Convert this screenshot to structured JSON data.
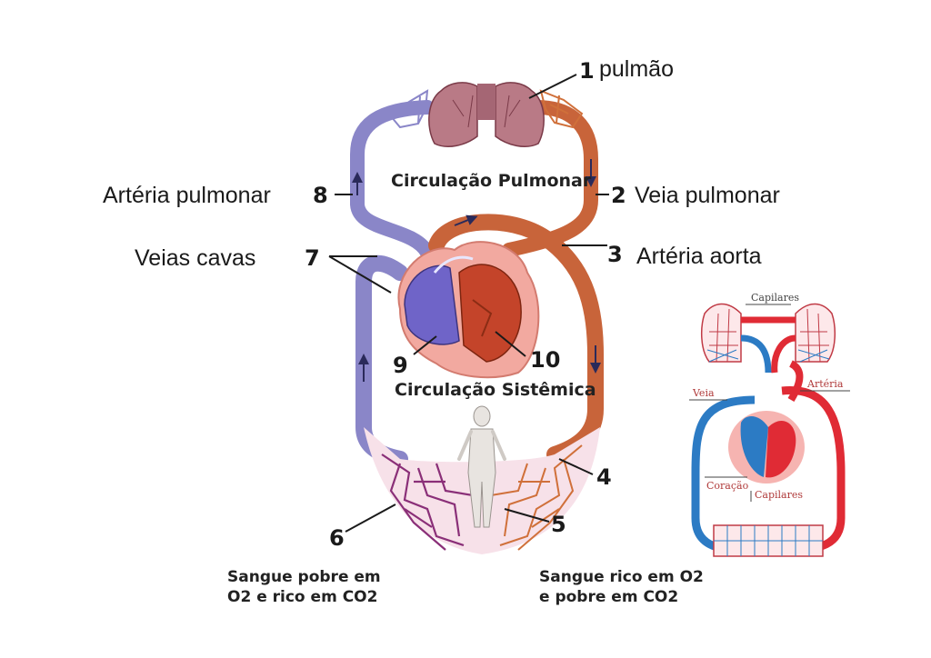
{
  "colors": {
    "oxygen_poor": "#8a86c8",
    "oxygen_rich": "#c8643a",
    "capillary_purple": "#8a2f78",
    "lung": "#b97a86",
    "heart_bg": "#f2a9a0",
    "mini_blue": "#2c7bc4",
    "mini_red": "#e02b35"
  },
  "main_labels": {
    "n1": "1",
    "pulmao": "pulmão",
    "n2": "2",
    "veia_pulmonar": "Veia pulmonar",
    "n3": "3",
    "arteria_aorta": "Artéria aorta",
    "n8": "8",
    "arteria_pulmonar": "Artéria pulmonar",
    "n7": "7",
    "veias_cavas": "Veias cavas",
    "n9": "9",
    "n10": "10",
    "n4": "4",
    "n5": "5",
    "n6": "6"
  },
  "inner_titles": {
    "pulmonar": "Circulação Pulmonar",
    "sistemica": "Circulação Sistêmica"
  },
  "captions": {
    "pobre_line1": "Sangue pobre em",
    "pobre_line2": "O2 e rico em CO2",
    "rico_line1": "Sangue rico em O2",
    "rico_line2": "e pobre em CO2"
  },
  "mini_labels": {
    "capilares_top": "Capilares",
    "veia": "Veia",
    "arteria": "Artéria",
    "coracao": "Coração",
    "capilares_bottom": "Capilares"
  },
  "icons": [
    "lungs-icon",
    "heart-icon",
    "human-figure-icon",
    "flow-arrow-icon"
  ]
}
